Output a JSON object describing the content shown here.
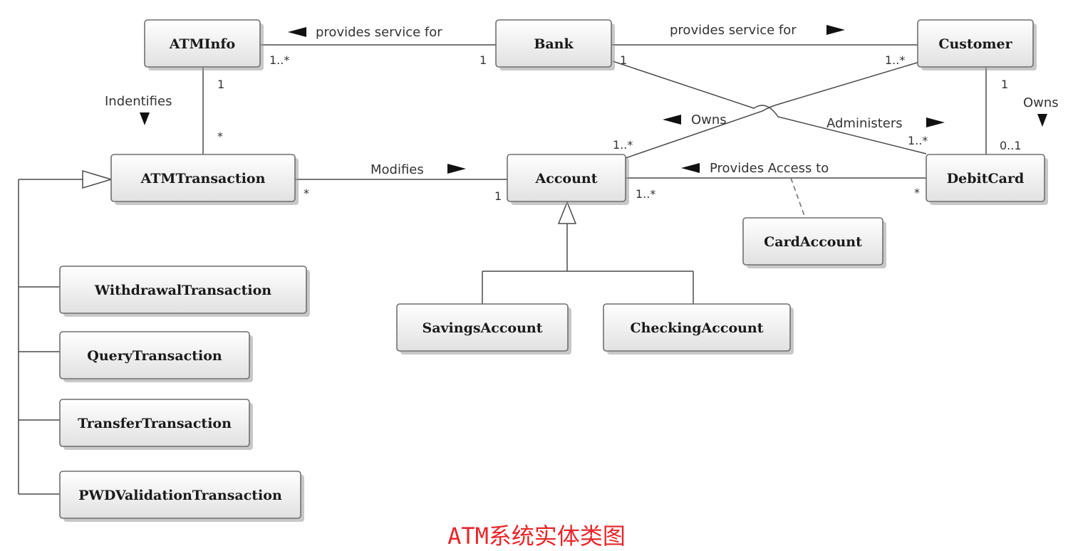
{
  "classes": {
    "atminfo": "ATMInfo",
    "bank": "Bank",
    "customer": "Customer",
    "atmtransaction": "ATMTransaction",
    "account": "Account",
    "debitcard": "DebitCard",
    "cardaccount": "CardAccount",
    "withdrawal": "WithdrawalTransaction",
    "query": "QueryTransaction",
    "transfer": "TransferTransaction",
    "pwdvalidation": "PWDValidationTransaction",
    "savings": "SavingsAccount",
    "checking": "CheckingAccount"
  },
  "associations": {
    "atminfo_bank": {
      "label": "provides service for",
      "atminfo_mult": "1..*",
      "bank_mult": "1"
    },
    "bank_customer": {
      "label": "provides service for",
      "bank_mult": "1",
      "customer_mult": "1..*"
    },
    "atminfo_atmtransaction": {
      "label": "Indentifies",
      "atminfo_mult": "1",
      "atmtransaction_mult": "*"
    },
    "customer_account": {
      "label": "Owns",
      "account_mult": "1..*"
    },
    "bank_debitcard": {
      "label": "Administers",
      "debitcard_mult": "1..*"
    },
    "customer_debitcard": {
      "label": "Owns",
      "customer_mult": "1",
      "debitcard_mult": "0..1"
    },
    "atmtransaction_account": {
      "label": "Modifies",
      "atmtransaction_mult": "*",
      "account_mult": "1"
    },
    "account_debitcard": {
      "label": "Provides Access to",
      "account_mult": "1..*",
      "debitcard_mult": "*"
    }
  },
  "caption": {
    "text": "ATM系统实体类图",
    "color": "#e8262a"
  },
  "colors": {
    "box_top": "#ffffff",
    "box_bottom": "#e1e1e1",
    "line": "#4a4a4a"
  }
}
